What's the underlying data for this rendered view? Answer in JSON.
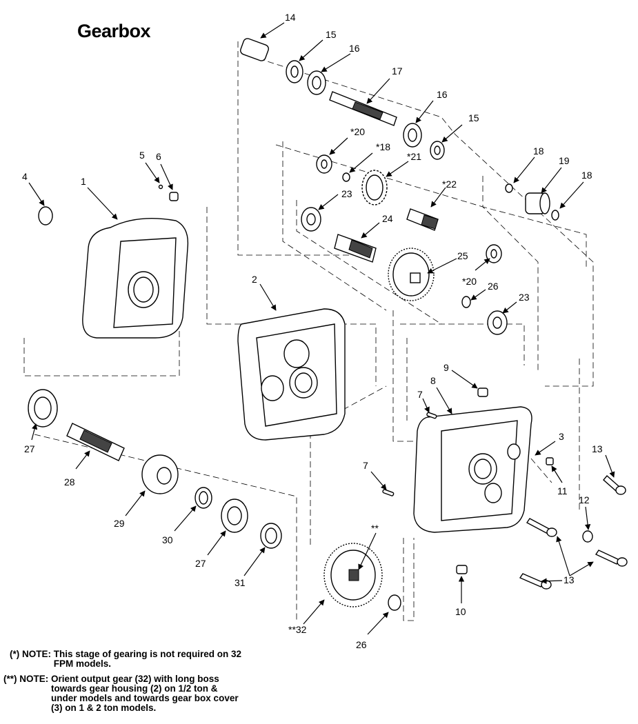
{
  "title": "Gearbox",
  "callouts": [
    {
      "id": "c14",
      "text": "14"
    },
    {
      "id": "c15a",
      "text": "15"
    },
    {
      "id": "c16a",
      "text": "16"
    },
    {
      "id": "c17",
      "text": "17"
    },
    {
      "id": "c16b",
      "text": "16"
    },
    {
      "id": "c15b",
      "text": "15"
    },
    {
      "id": "c20a",
      "text": "*20"
    },
    {
      "id": "c18a",
      "text": "*18"
    },
    {
      "id": "c21",
      "text": "*21"
    },
    {
      "id": "c18b",
      "text": "18"
    },
    {
      "id": "c19",
      "text": "19"
    },
    {
      "id": "c18c",
      "text": "18"
    },
    {
      "id": "c5",
      "text": "5"
    },
    {
      "id": "c6",
      "text": "6"
    },
    {
      "id": "c4",
      "text": "4"
    },
    {
      "id": "c1",
      "text": "1"
    },
    {
      "id": "c23a",
      "text": "23"
    },
    {
      "id": "c22",
      "text": "*22"
    },
    {
      "id": "c24",
      "text": "24"
    },
    {
      "id": "c25",
      "text": "25"
    },
    {
      "id": "c20b",
      "text": "*20"
    },
    {
      "id": "c26a",
      "text": "26"
    },
    {
      "id": "c23b",
      "text": "23"
    },
    {
      "id": "c2",
      "text": "2"
    },
    {
      "id": "c9",
      "text": "9"
    },
    {
      "id": "c8",
      "text": "8"
    },
    {
      "id": "c7a",
      "text": "7"
    },
    {
      "id": "c3",
      "text": "3"
    },
    {
      "id": "c13a",
      "text": "13"
    },
    {
      "id": "c27a",
      "text": "27"
    },
    {
      "id": "c28",
      "text": "28"
    },
    {
      "id": "c7b",
      "text": "7"
    },
    {
      "id": "c11",
      "text": "11"
    },
    {
      "id": "c12",
      "text": "12"
    },
    {
      "id": "c29",
      "text": "29"
    },
    {
      "id": "c30",
      "text": "30"
    },
    {
      "id": "c27b",
      "text": "27"
    },
    {
      "id": "c31",
      "text": "31"
    },
    {
      "id": "c2star",
      "text": "**"
    },
    {
      "id": "c13b",
      "text": "13"
    },
    {
      "id": "c10",
      "text": "10"
    },
    {
      "id": "c32",
      "text": "**32"
    },
    {
      "id": "c26b",
      "text": "26"
    }
  ],
  "notes": {
    "note1_mark": "(*) NOTE:",
    "note1_text": "This stage of gearing is not required on 32\nFPM models.",
    "note2_mark": "(**) NOTE:",
    "note2_text": "Orient output gear (32) with long boss\ntowards gear housing (2) on 1/2 ton &\nunder models and towards gear box cover\n(3) on 1 & 2 ton models."
  }
}
